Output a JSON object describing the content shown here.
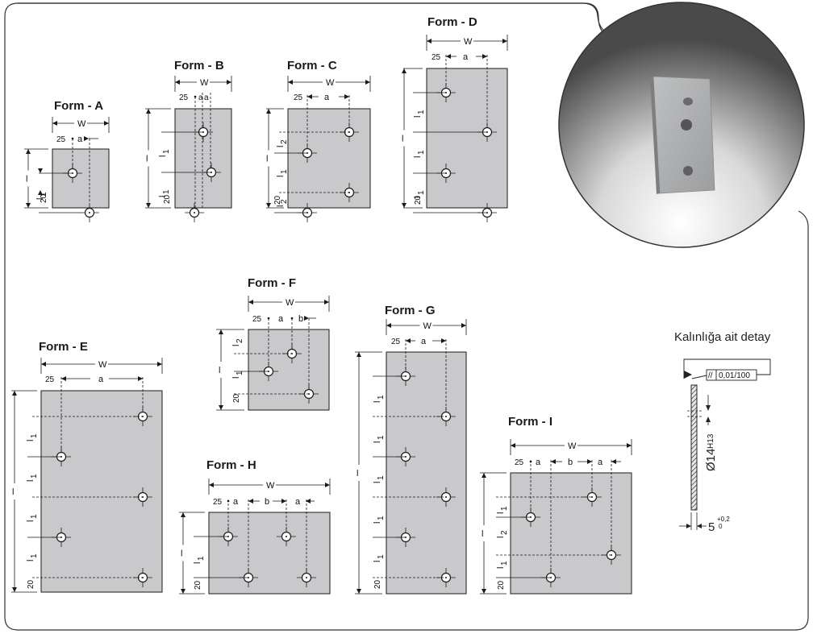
{
  "forms": [
    {
      "id": "A",
      "title": "Form - A",
      "labels": {
        "w": "W",
        "s25": "25",
        "a": "a",
        "l": "l",
        "l1": "l",
        "l1sub": "1",
        "s20": "20"
      }
    },
    {
      "id": "B",
      "title": "Form - B",
      "labels": {
        "w": "W",
        "s25": "25",
        "a": "a",
        "l": "l",
        "l1": "l",
        "l1sub": "1",
        "s20": "20"
      }
    },
    {
      "id": "C",
      "title": "Form - C",
      "labels": {
        "w": "W",
        "s25": "25",
        "a": "a",
        "l": "l",
        "l1": "l",
        "l1sub": "1",
        "l2": "l",
        "l2sub": "2",
        "s20": "20"
      }
    },
    {
      "id": "D",
      "title": "Form - D",
      "labels": {
        "w": "W",
        "s25": "25",
        "a": "a",
        "l": "l",
        "l1": "l",
        "l1sub": "1",
        "s20": "20"
      }
    },
    {
      "id": "E",
      "title": "Form - E",
      "labels": {
        "w": "W",
        "s25": "25",
        "a": "a",
        "l": "l",
        "l1": "l",
        "l1sub": "1",
        "s20": "20"
      }
    },
    {
      "id": "F",
      "title": "Form - F",
      "labels": {
        "w": "W",
        "s25": "25",
        "a": "a",
        "b": "b",
        "l": "l",
        "l1": "l",
        "l1sub": "1",
        "l2": "l",
        "l2sub": "2",
        "s20": "20"
      }
    },
    {
      "id": "G",
      "title": "Form - G",
      "labels": {
        "w": "W",
        "s25": "25",
        "a": "a",
        "l": "l",
        "l1": "l",
        "l1sub": "1",
        "s20": "20"
      }
    },
    {
      "id": "H",
      "title": "Form - H",
      "labels": {
        "w": "W",
        "s25": "25",
        "a": "a",
        "b": "b",
        "l": "l",
        "l1": "l",
        "l1sub": "1",
        "s20": "20"
      }
    },
    {
      "id": "I",
      "title": "Form - I",
      "labels": {
        "w": "W",
        "s25": "25",
        "a": "a",
        "b": "b",
        "l": "l",
        "l1": "l",
        "l1sub": "1",
        "l2": "l",
        "l2sub": "2",
        "s20": "20"
      }
    }
  ],
  "detail": {
    "caption": "Kalınlığa ait detay",
    "tolerance_symbol": "//",
    "tolerance_value": "0,01/100",
    "hole_dia": "Ø14",
    "hole_fit": "H13",
    "thickness": "5",
    "thickness_tol_upper": "+0,2",
    "thickness_tol_lower": "0"
  },
  "colors": {
    "plate": "#c9c9cb",
    "line": "#1a1a1a",
    "frame": "#333333",
    "photo_bg_dark": "#5a5a5a",
    "photo_bg_light": "#f2f2f2"
  }
}
